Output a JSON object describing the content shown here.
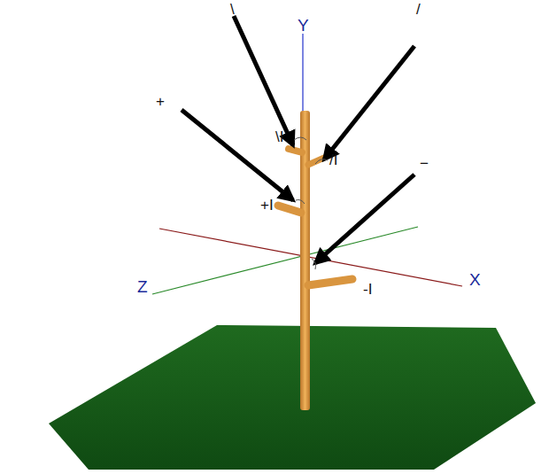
{
  "diagram": {
    "labels": [
      "\\",
      "/",
      "+",
      "−",
      "Y",
      "Z",
      "X",
      "\\I",
      "/I",
      "+I",
      "-I"
    ]
  }
}
